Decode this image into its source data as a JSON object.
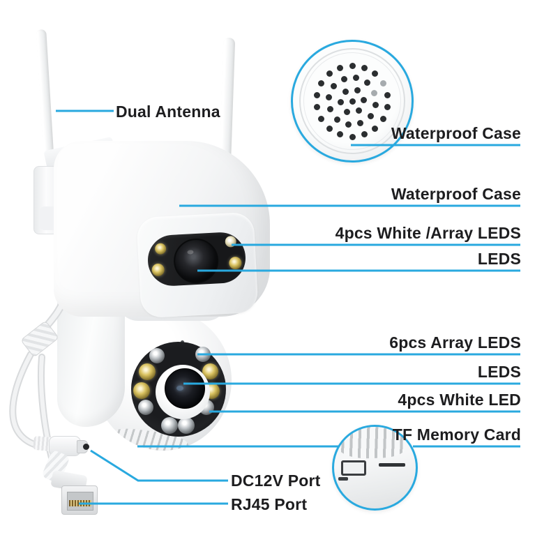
{
  "colors": {
    "background": "#FFFFFF",
    "callout_line": "#29A9DF",
    "label_text": "#1D1D1F"
  },
  "callouts": {
    "dual_antenna": "Dual Antenna",
    "waterproof_case_top": "Waterproof Case",
    "waterproof_case_body": "Waterproof Case",
    "white_array_leds": "4pcs White /Array LEDS",
    "leds_upper": "LEDS",
    "array_leds_6pcs": "6pcs Array LEDS",
    "leds_lower": "LEDS",
    "white_led_4pcs": "4pcs White LED",
    "tf_memory_card": "TF Memory Card",
    "dc12v_port": "DC12V Port",
    "rj45_port": "RJ45 Port"
  }
}
